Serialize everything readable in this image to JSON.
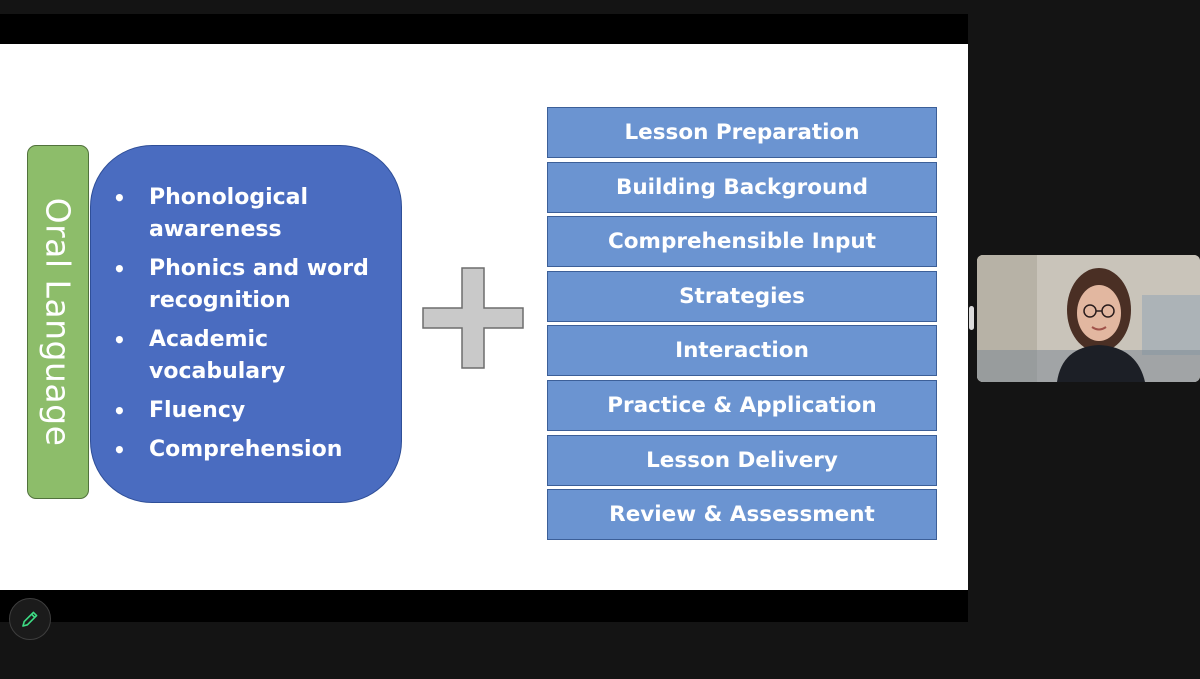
{
  "slide": {
    "side_label": "Oral Language",
    "skills": [
      "Phonological awareness",
      "Phonics and word recognition",
      "Academic vocabulary",
      "Fluency",
      "Comprehension"
    ],
    "bullet_char": "•",
    "components": [
      "Lesson Preparation",
      "Building Background",
      "Comprehensible Input",
      "Strategies",
      "Interaction",
      "Practice & Application",
      "Lesson Delivery",
      "Review & Assessment"
    ]
  },
  "controls": {
    "annotate_icon": "pencil-icon"
  },
  "colors": {
    "oral_language": "#8dbd6a",
    "skills_box": "#4a6cc0",
    "component_box": "#6b94d1",
    "plus_sign": "#c9c9c9",
    "annotate_icon": "#3ddc84"
  }
}
